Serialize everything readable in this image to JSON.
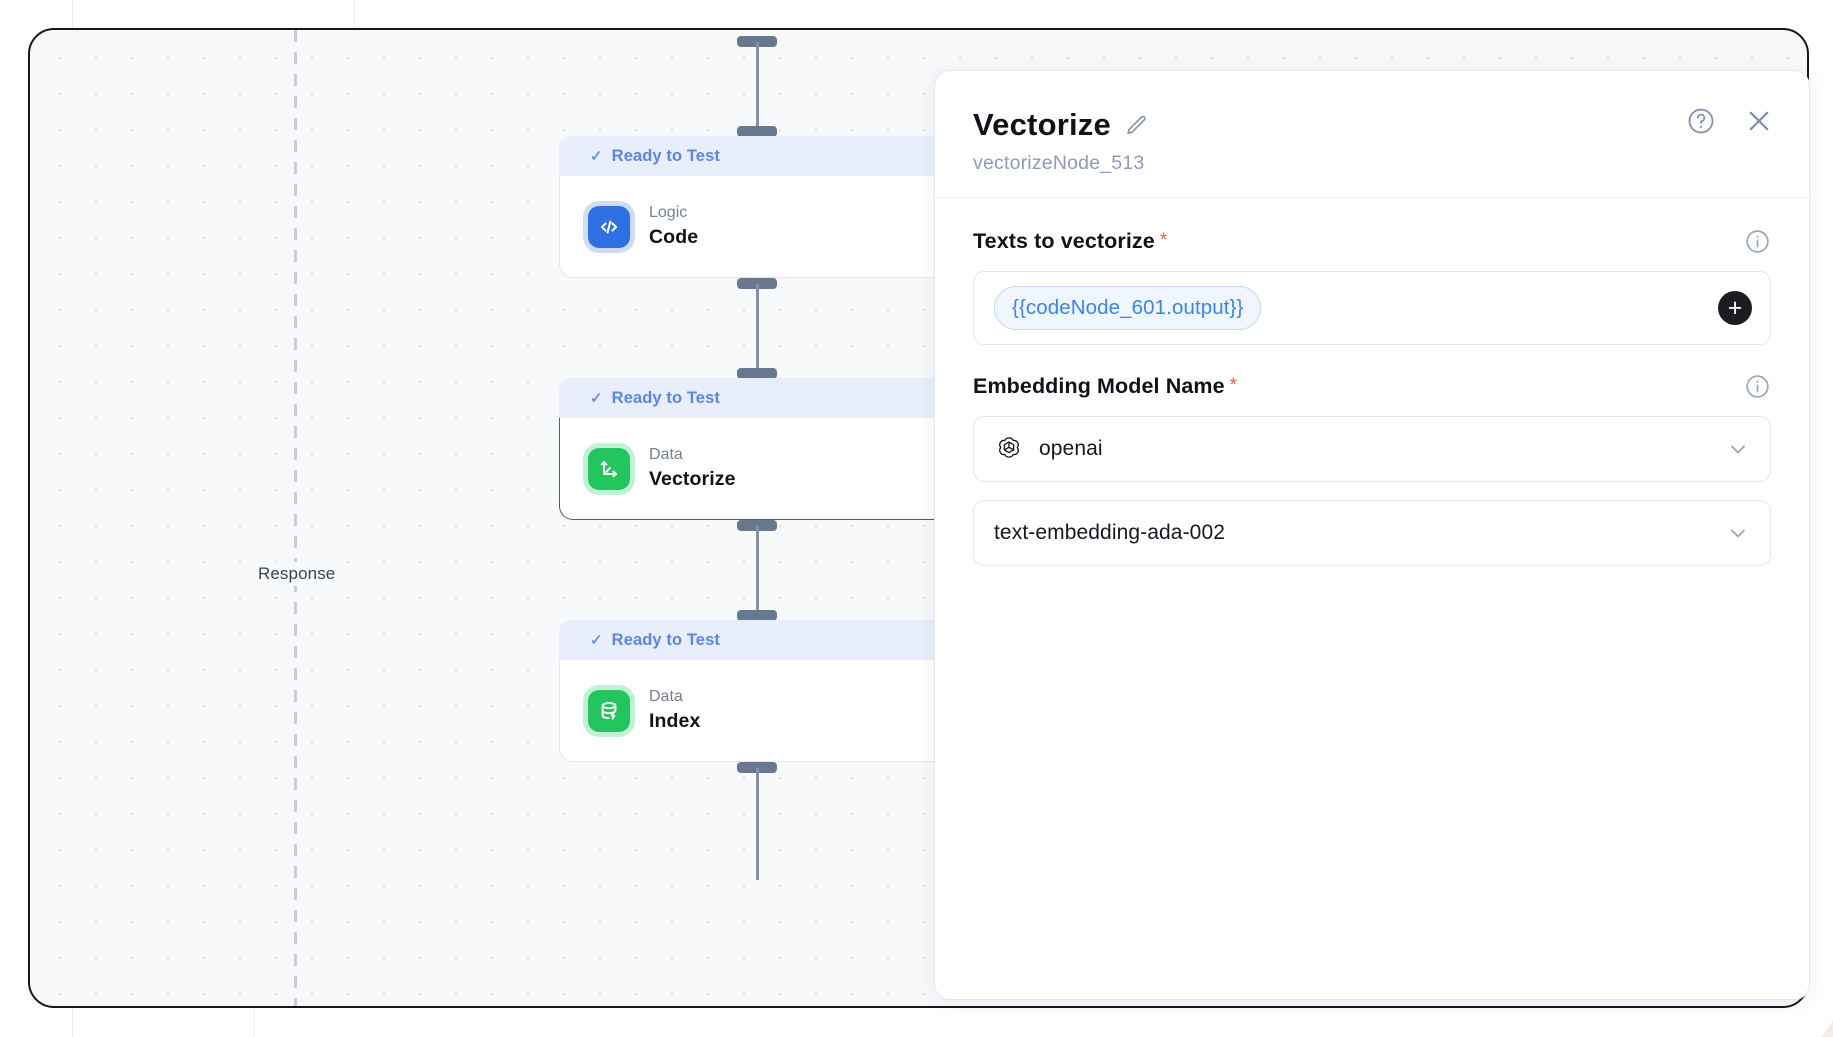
{
  "canvas": {
    "guide_label": "Response",
    "nodes": [
      {
        "status": "Ready to Test",
        "check": "✓",
        "kind": "Logic",
        "name": "Code",
        "icon": "code-brackets-icon",
        "icon_color": "#2f6fe4",
        "selected": false
      },
      {
        "status": "Ready to Test",
        "check": "✓",
        "kind": "Data",
        "name": "Vectorize",
        "icon": "vector-axes-icon",
        "icon_color": "#22c55e",
        "selected": true
      },
      {
        "status": "Ready to Test",
        "check": "✓",
        "kind": "Data",
        "name": "Index",
        "icon": "database-icon",
        "icon_color": "#22c55e",
        "selected": false
      }
    ]
  },
  "inspector": {
    "title": "Vectorize",
    "edit_icon": "pencil-icon",
    "subtitle": "vectorizeNode_513",
    "help_icon": "help-circle-icon",
    "close_icon": "close-icon",
    "fields": [
      {
        "label": "Texts to vectorize",
        "required_marker": "*",
        "info_icon": "info-circle-icon",
        "tokens": [
          "{{codeNode_601.output}}"
        ],
        "add_label": "+"
      },
      {
        "label": "Embedding Model Name",
        "required_marker": "*",
        "info_icon": "info-circle-icon",
        "provider_value": "openai",
        "provider_logo": "openai-logo-icon",
        "model_value": "text-embedding-ada-002",
        "chevron_icon": "chevron-down-icon"
      }
    ]
  },
  "colors": {
    "accent_blue": "#3b82f6",
    "status_blue": "#5b86e8",
    "required_red": "#f0603d",
    "node_green": "#22c55e",
    "node_blue": "#2f6fe4"
  }
}
